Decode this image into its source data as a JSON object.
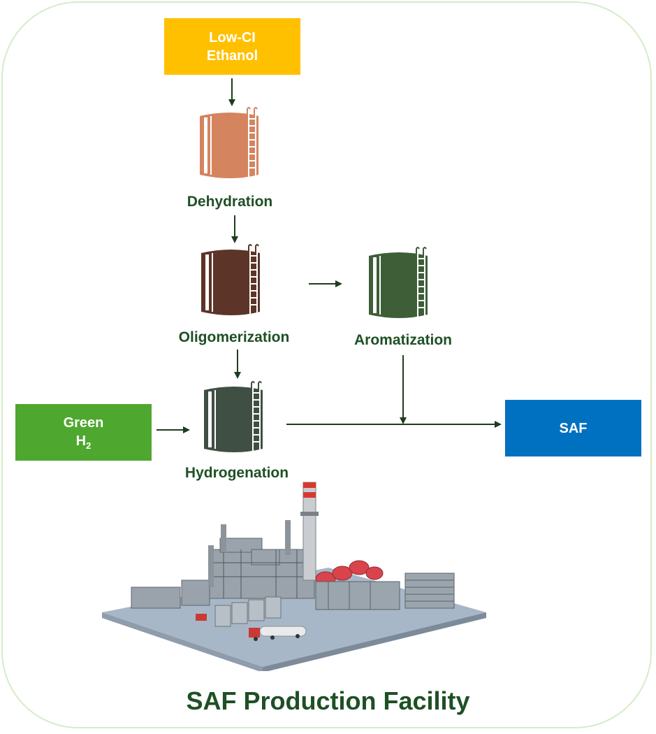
{
  "inputs": {
    "ethanol": {
      "line1": "Low-CI",
      "line2": "Ethanol"
    },
    "hydrogen": {
      "line1": "Green",
      "line2_main": "H",
      "line2_sub": "2"
    }
  },
  "steps": {
    "dehydration": "Dehydration",
    "oligomerization": "Oligomerization",
    "aromatization": "Aromatization",
    "hydrogenation": "Hydrogenation"
  },
  "output": {
    "saf": "SAF"
  },
  "facility_title": "SAF Production Facility",
  "colors": {
    "ethanol_box": "#ffc000",
    "hydrogen_box": "#4ea72e",
    "saf_box": "#0070c0",
    "dehydration_tank": "#d4845e",
    "oligomerization_tank": "#5c3428",
    "aromatization_tank": "#3d5e37",
    "hydrogenation_tank": "#3f4f43",
    "label_text": "#1e5025",
    "frame": "#d5ecc8"
  },
  "icons": [
    "tank-icon",
    "arrow-icon",
    "refinery-illustration"
  ]
}
